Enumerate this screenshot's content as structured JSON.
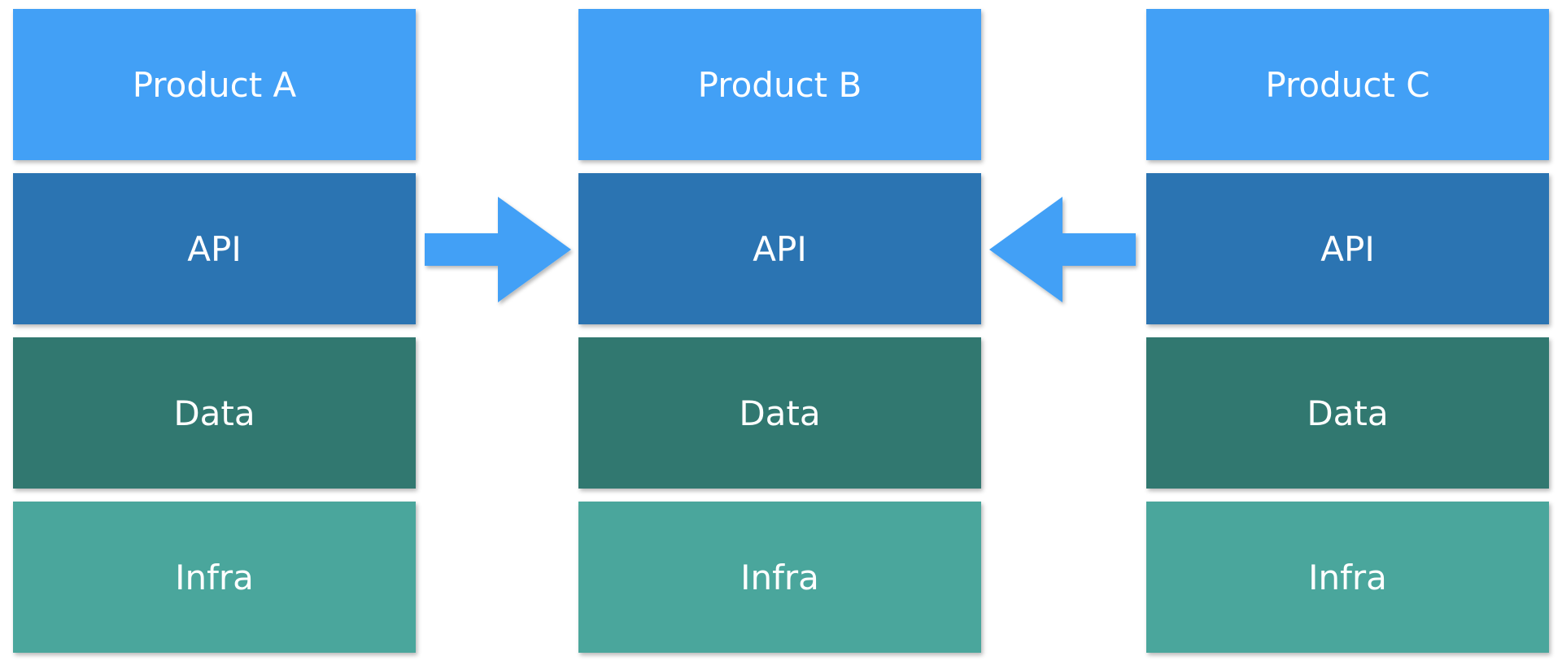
{
  "columns": [
    {
      "layers": [
        {
          "label": "Product A",
          "color": "#42A0F6"
        },
        {
          "label": "API",
          "color": "#2B74B2"
        },
        {
          "label": "Data",
          "color": "#317870"
        },
        {
          "label": "Infra",
          "color": "#4AA69C"
        }
      ]
    },
    {
      "layers": [
        {
          "label": "Product B",
          "color": "#42A0F6"
        },
        {
          "label": "API",
          "color": "#2B74B2"
        },
        {
          "label": "Data",
          "color": "#317870"
        },
        {
          "label": "Infra",
          "color": "#4AA69C"
        }
      ]
    },
    {
      "layers": [
        {
          "label": "Product C",
          "color": "#42A0F6"
        },
        {
          "label": "API",
          "color": "#2B74B2"
        },
        {
          "label": "Data",
          "color": "#317870"
        },
        {
          "label": "Infra",
          "color": "#4AA69C"
        }
      ]
    }
  ],
  "arrows": {
    "color": "#42A0F6",
    "from_a_to_b": "right-arrow-icon",
    "from_c_to_b": "left-arrow-icon"
  }
}
